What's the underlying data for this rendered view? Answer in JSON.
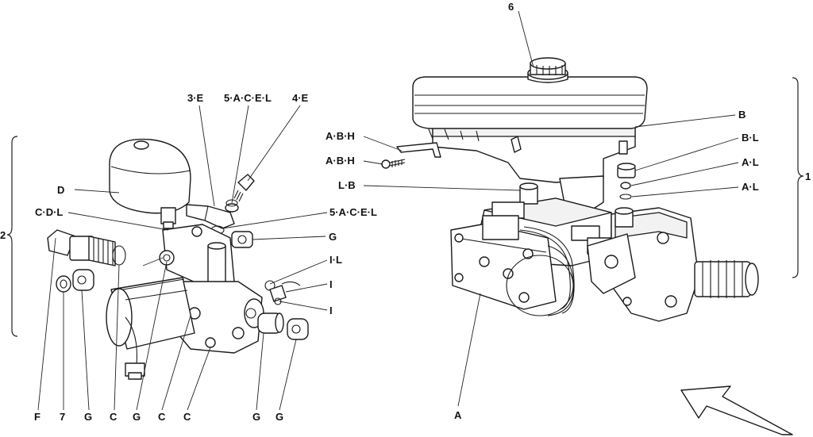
{
  "labels": {
    "l6": "6",
    "l3E": "3·E",
    "l5ACEL_top": "5·A·C·E·L",
    "l4E": "4·E",
    "lD": "D",
    "lCDL": "C·D·L",
    "l5ACEL_mid": "5·A·C·E·L",
    "lG_mid": "G",
    "l2": "2",
    "lIL": "I·L",
    "lI_1": "I",
    "lI_2": "I",
    "lABH_1": "A·B·H",
    "lABH_2": "A·B·H",
    "lLB": "L·B",
    "lB": "B",
    "lBL": "B·L",
    "lAL_1": "A·L",
    "lAL_2": "A·L",
    "l1": "1",
    "lF": "F",
    "l7": "7",
    "lG_b1": "G",
    "lC_b1": "C",
    "lG_b2": "G",
    "lC_b2": "C",
    "lC_b3": "C",
    "lG_b3": "G",
    "lG_b4": "G",
    "lA": "A"
  },
  "icons": {
    "direction_arrow": "arrow-upleft-icon"
  }
}
